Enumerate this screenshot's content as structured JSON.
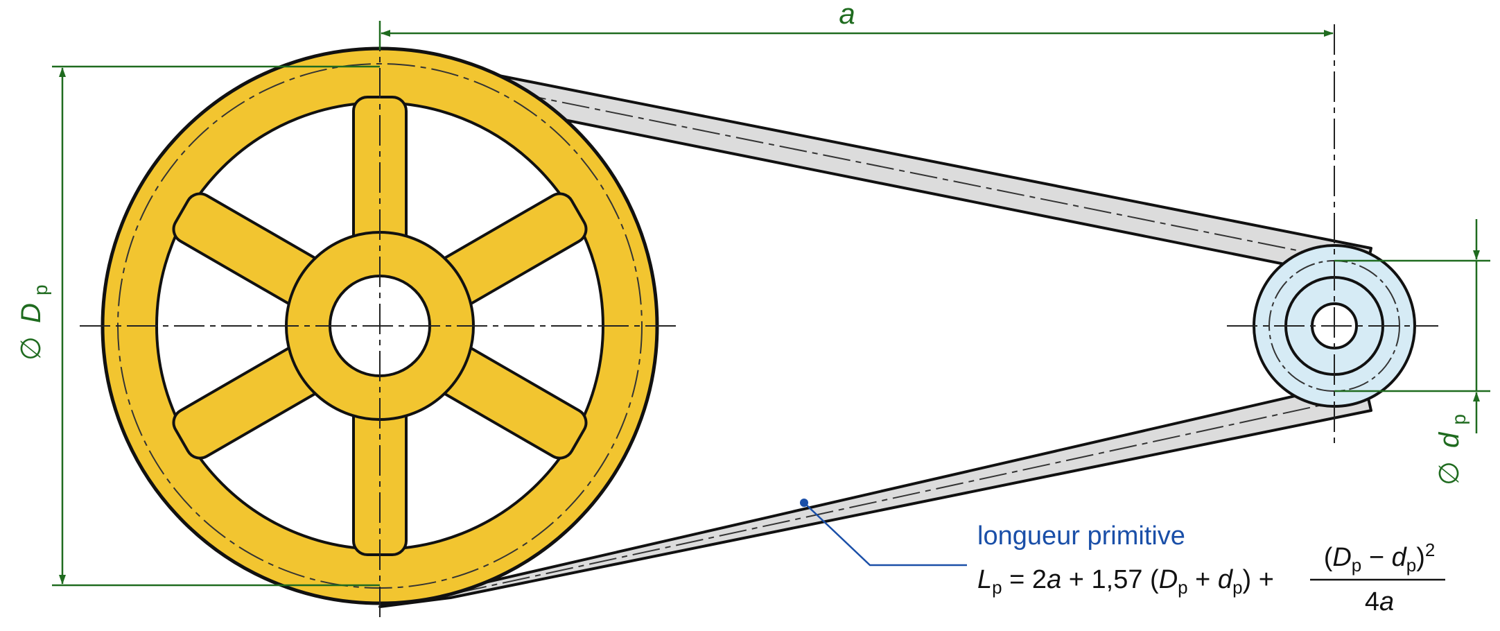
{
  "colors": {
    "large_pulley": "#f2c530",
    "small_pulley": "#d6ebf5",
    "belt": "#dcdcdc",
    "outline": "#111111",
    "dimension": "#1f6b1f",
    "callout": "#1a4fa8"
  },
  "dimensions": {
    "center_distance": {
      "label": "a"
    },
    "large_diameter": {
      "symbol": "∅",
      "letter": "D",
      "subscript": "p"
    },
    "small_diameter": {
      "symbol": "∅",
      "letter": "d",
      "subscript": "p"
    }
  },
  "callout": {
    "title": "longueur primitive"
  },
  "formula": {
    "lhs_letter": "L",
    "lhs_sub": "p",
    "equals_part": " = 2",
    "a1": "a",
    "middle_text": " + 1,57 (",
    "D1": "D",
    "p1": "p",
    "plus_inner": " + ",
    "d1": "d",
    "p2": "p",
    "close_plus": ") + ",
    "num_open": "(",
    "num_D": "D",
    "num_p1": "p",
    "num_minus": " − ",
    "num_d": "d",
    "num_p2": "p",
    "num_close": ")",
    "num_exp": "2",
    "den_4": "4",
    "den_a": "a"
  }
}
